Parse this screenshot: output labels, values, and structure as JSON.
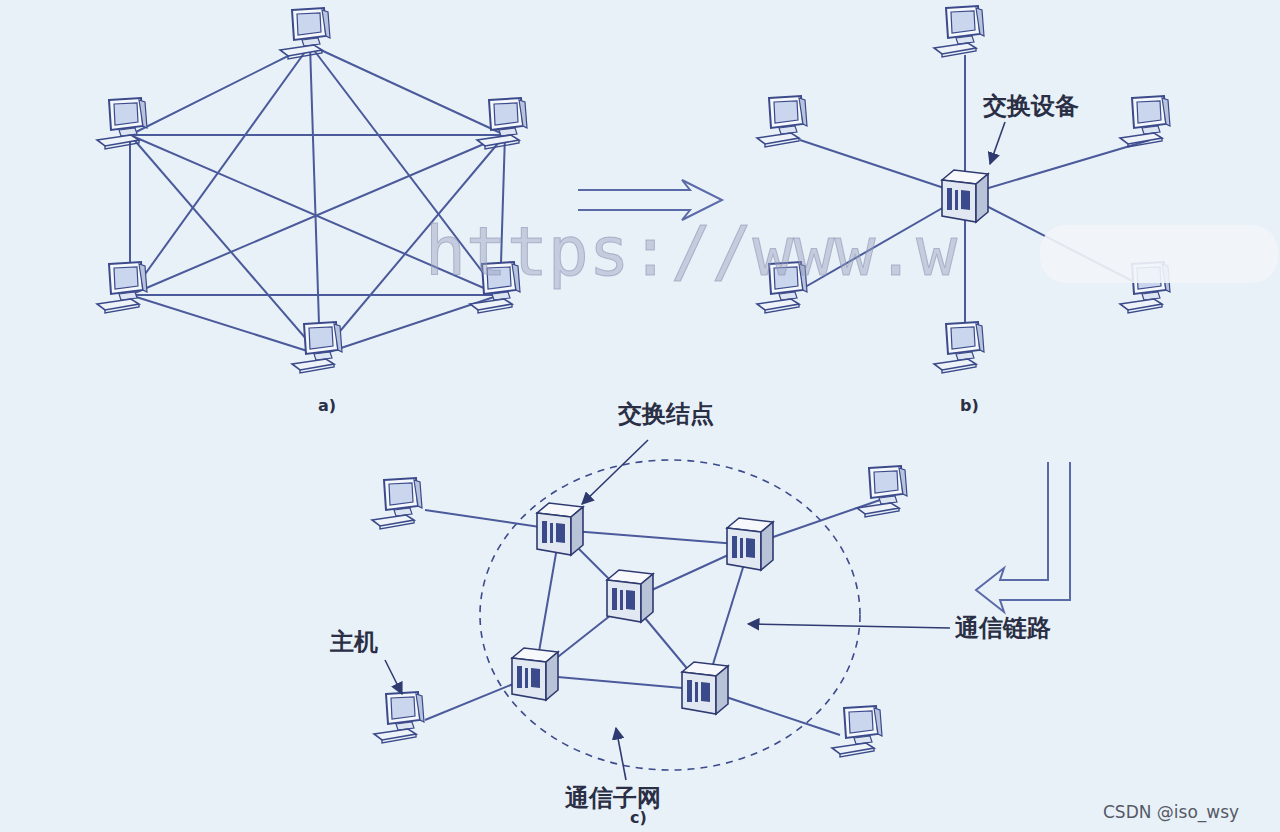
{
  "diagram": {
    "labels": [
      "a)",
      "b)",
      "c)",
      "交换设备",
      "交换结点",
      "通信链路",
      "主机",
      "通信子网",
      "https://www.w",
      "CSDN @iso_wsy"
    ]
  }
}
